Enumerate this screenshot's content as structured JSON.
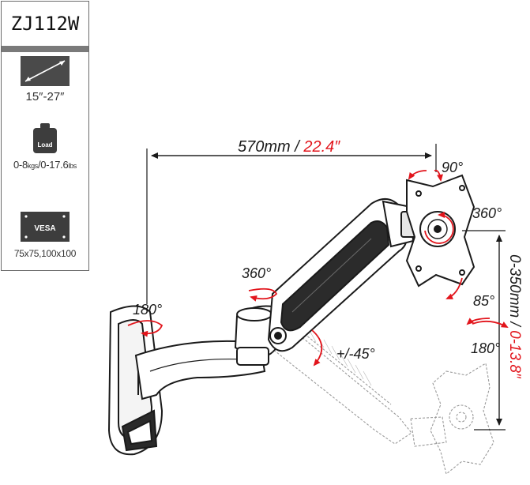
{
  "spec": {
    "model": "ZJ112W",
    "screen_size": "15″-27″",
    "load_label": "Load",
    "load_kg": "0-8",
    "load_kg_unit": "kgs",
    "load_sep": "/0-17.6",
    "load_lb_unit": "lbs",
    "vesa_label": "VESA",
    "vesa_sizes": "75x75,100x100"
  },
  "dimensions": {
    "reach_metric": "570mm /",
    "reach_imperial": "22.4″",
    "height_metric": "0-350mm /",
    "height_imperial": "0-13.8″"
  },
  "rotations": {
    "base_swivel": "180°",
    "arm_swivel": "360°",
    "arm_tilt": "+/-45°",
    "head_pan": "90°",
    "screen_rotate": "360°",
    "head_tilt": "85°",
    "head_swivel": "180°"
  },
  "colors": {
    "accent_red": "#e2151c",
    "ink": "#1a1a1a",
    "panel_border": "#6b6b6b"
  }
}
